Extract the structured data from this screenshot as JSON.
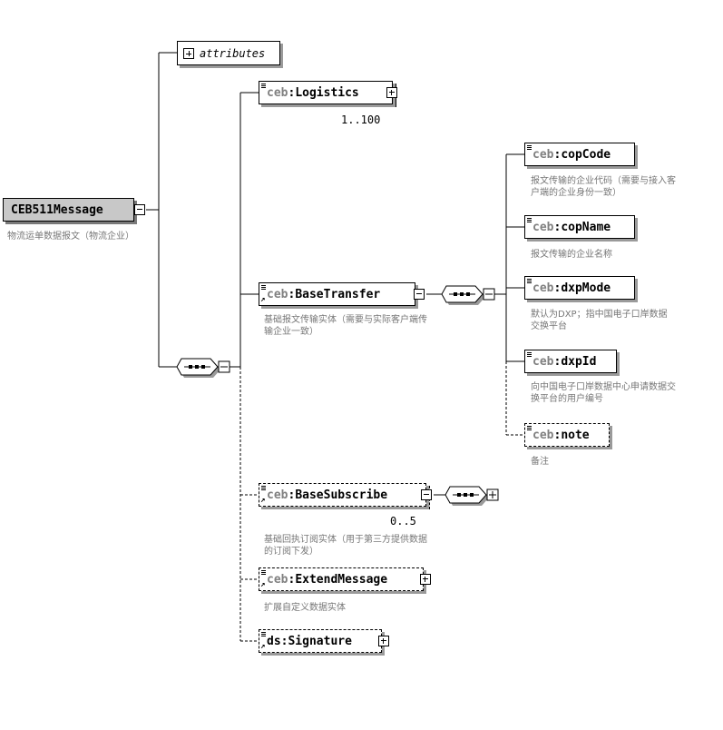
{
  "root": {
    "name": "CEB511Message",
    "annotation": "物流运单数据报文（物流企业）"
  },
  "attributes": {
    "label": "attributes"
  },
  "nodes": {
    "logistics": {
      "prefix": "ceb",
      "name": "Logistics",
      "cardinality": "1..100",
      "annotation": ""
    },
    "base_transfer": {
      "prefix": "ceb",
      "name": "BaseTransfer",
      "cardinality": "",
      "annotation": "基础报文传输实体（需要与实际客户端传输企业一致）"
    },
    "base_subscribe": {
      "prefix": "ceb",
      "name": "BaseSubscribe",
      "cardinality": "0..5",
      "annotation": "基础回执订阅实体（用于第三方提供数据的订阅下发）"
    },
    "extend_message": {
      "prefix": "ceb",
      "name": "ExtendMessage",
      "cardinality": "",
      "annotation": "扩展自定义数据实体"
    },
    "signature": {
      "prefix": "ds",
      "name": "Signature",
      "cardinality": "",
      "annotation": ""
    }
  },
  "children": {
    "cop_code": {
      "prefix": "ceb",
      "name": "copCode",
      "annotation": "报文传输的企业代码（需要与接入客户端的企业身份一致）"
    },
    "cop_name": {
      "prefix": "ceb",
      "name": "copName",
      "annotation": "报文传输的企业名称"
    },
    "dxp_mode": {
      "prefix": "ceb",
      "name": "dxpMode",
      "annotation": "默认为DXP；指中国电子口岸数据交换平台"
    },
    "dxp_id": {
      "prefix": "ceb",
      "name": "dxpId",
      "annotation": "向中国电子口岸数据中心申请数据交换平台的用户编号"
    },
    "note": {
      "prefix": "ceb",
      "name": "note",
      "annotation": "备注"
    }
  },
  "colors": {
    "root_fill": "#c8c8c8",
    "shadow": "#9a9a9a",
    "annotation_text": "#777777",
    "prefix_text": "#808080"
  }
}
